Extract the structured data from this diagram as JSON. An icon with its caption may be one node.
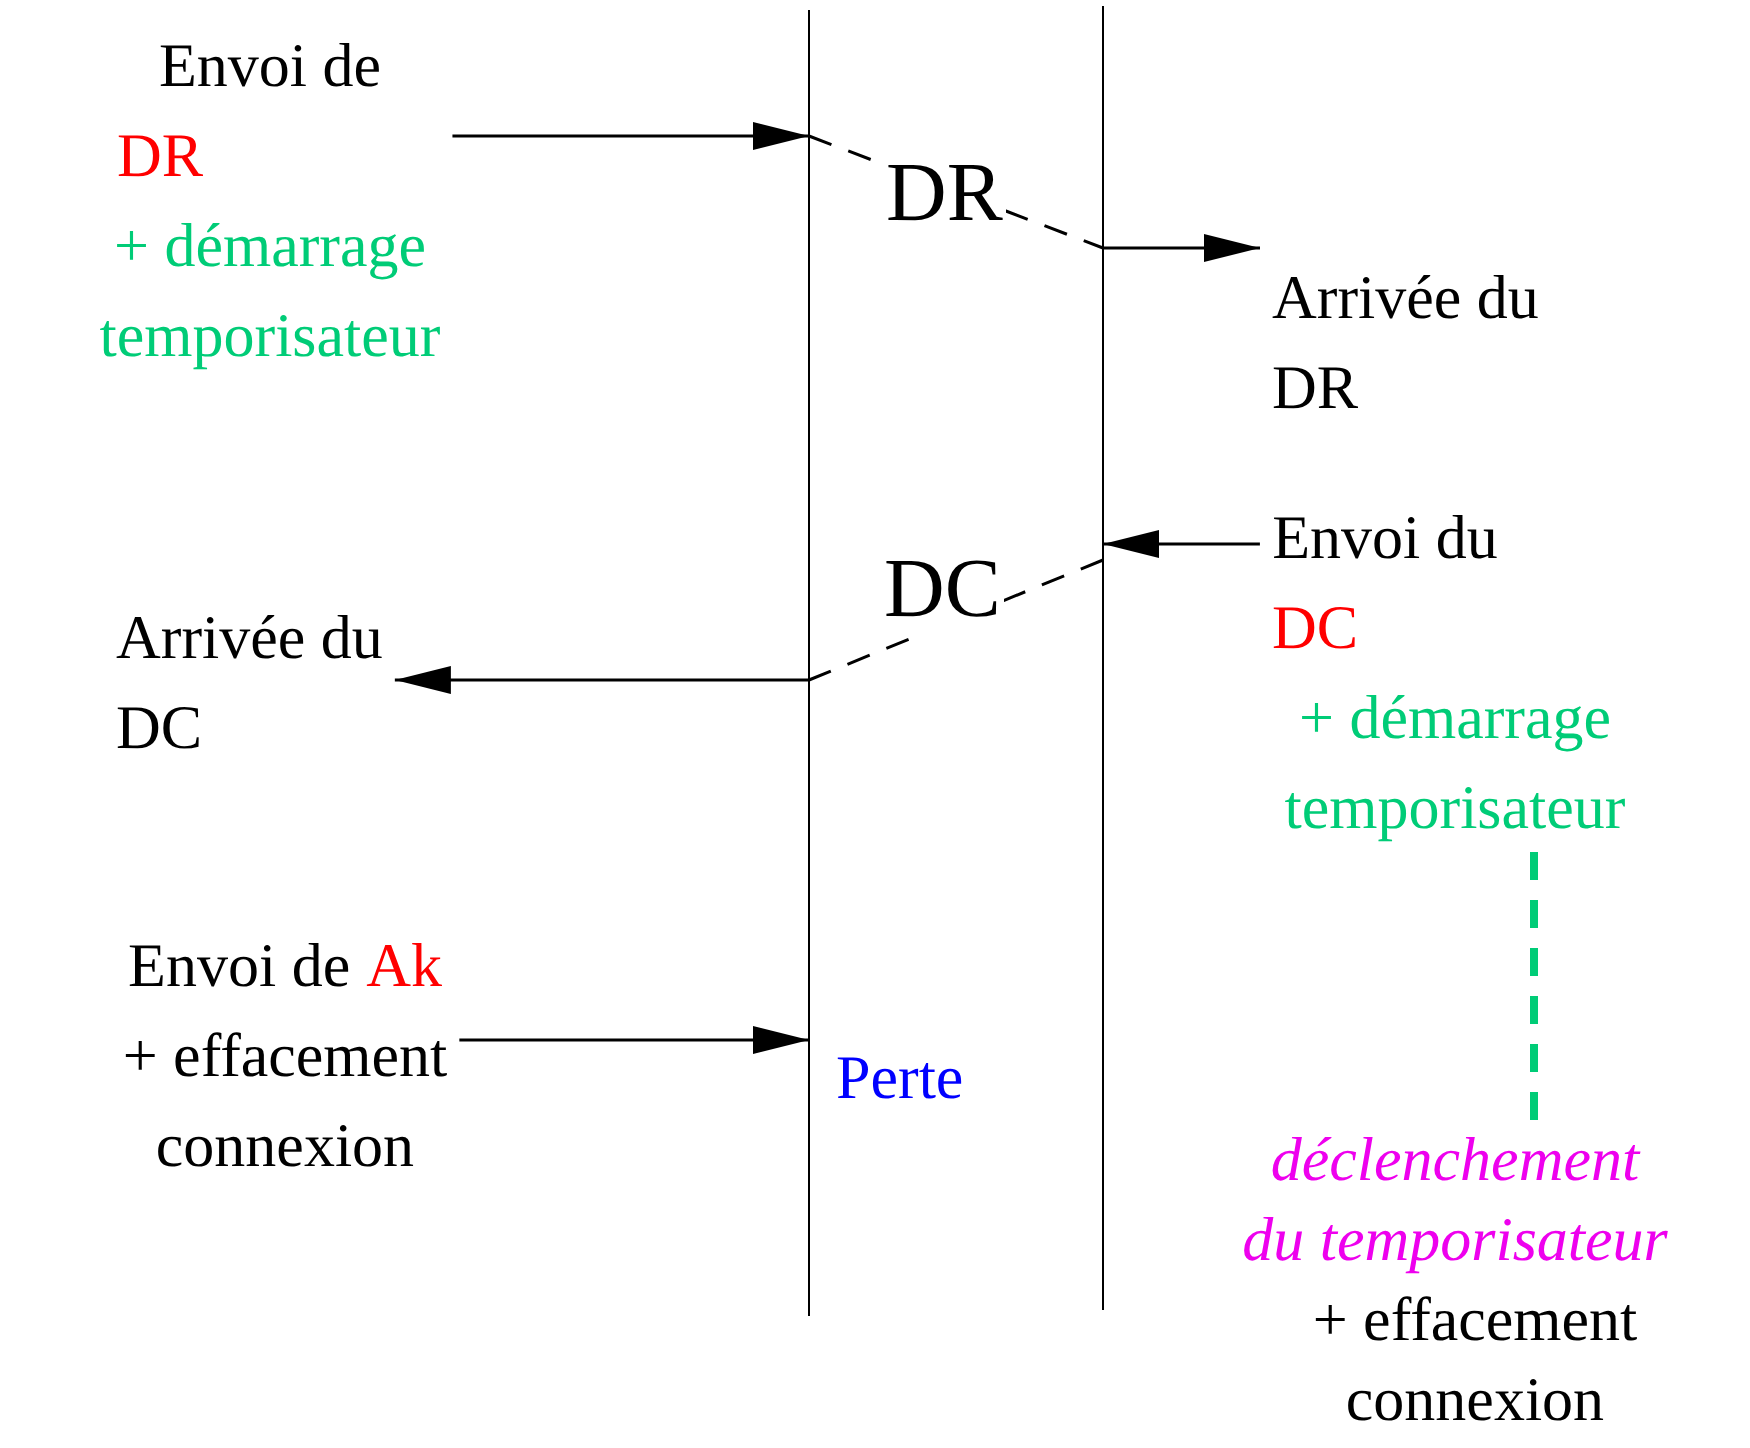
{
  "diagram": {
    "nodes": [
      {
        "text": [
          "Envoi de",
          "DR",
          "+ démarrage temporisateur"
        ]
      },
      {
        "text": [],
        "shape": "line"
      },
      {
        "text": [],
        "shape": "line"
      },
      {
        "text": [
          "Arrivée du DR"
        ]
      },
      {
        "text": [
          "Envoi du",
          "DC",
          "+ démarrage temporisateur"
        ]
      },
      {
        "text": [
          "Arrivée du DC"
        ]
      },
      {
        "text": [
          "Envoi de",
          "Ak",
          "+ effacement connexion"
        ]
      },
      {
        "text": [
          "déclenchement du temporisateur",
          "+ effacement connexion"
        ]
      }
    ],
    "edges": [
      {
        "from": 0,
        "to": 1,
        "arrow": "to"
      },
      {
        "from": 1,
        "to": 2,
        "arrow": "none",
        "style": "dashed",
        "label": "DR"
      },
      {
        "from": 2,
        "to": 3,
        "arrow": "to"
      },
      {
        "from": 4,
        "to": 2,
        "arrow": "to"
      },
      {
        "from": 2,
        "to": 1,
        "arrow": "none",
        "style": "dashed",
        "label": "DC"
      },
      {
        "from": 1,
        "to": 5,
        "arrow": "to"
      },
      {
        "from": 6,
        "to": 1,
        "arrow": "to"
      },
      {
        "from": 4,
        "to": 7,
        "arrow": "none",
        "style": "dashed",
        "color": "#00cc77"
      }
    ],
    "labels": [
      "Perte"
    ]
  }
}
